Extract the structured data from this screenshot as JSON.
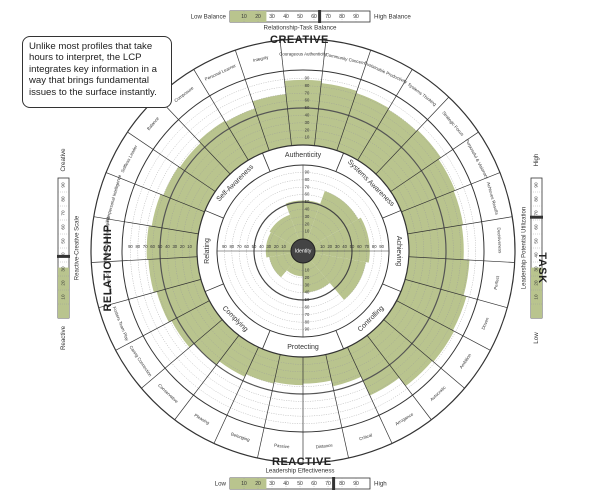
{
  "callout": "Unlike most profiles that take hours to interpret, the LCP integrates key information in a way that brings fundamental issues to the surface instantly.",
  "colors": {
    "fill": "#b9c48e",
    "line": "#333333",
    "hub": "#444444"
  },
  "headings": {
    "top": "CREATIVE",
    "bottom": "REACTIVE",
    "left": "RELATIONSHIP",
    "right": "TASK"
  },
  "hub_label": "Identity",
  "top_scale": {
    "left_label": "Low Balance",
    "right_label": "High Balance",
    "caption": "Relationship-Task Balance",
    "ticks": [
      "10",
      "20",
      "30",
      "40",
      "50",
      "60",
      "70",
      "80",
      "90"
    ],
    "value": 64
  },
  "bottom_scale": {
    "left_label": "Low",
    "right_label": "High",
    "caption": "Leadership Effectiveness",
    "ticks": [
      "10",
      "20",
      "30",
      "40",
      "50",
      "60",
      "70",
      "80",
      "90"
    ],
    "value": 74
  },
  "left_scale": {
    "top_label": "Creative",
    "bottom_label": "Reactive",
    "caption": "Reactive-Creative Scale",
    "ticks": [
      "90",
      "80",
      "70",
      "60",
      "50",
      "40",
      "30",
      "20",
      "10"
    ],
    "value": 44
  },
  "right_scale": {
    "top_label": "High",
    "bottom_label": "Low",
    "caption": "Leadership Potential Utilization",
    "ticks": [
      "90",
      "80",
      "70",
      "60",
      "50",
      "40",
      "30",
      "20",
      "10"
    ],
    "value": 72
  },
  "ring_scale": [
    "10",
    "20",
    "30",
    "40",
    "50",
    "60",
    "70",
    "80",
    "90"
  ],
  "summary_dimensions": [
    {
      "label": "Authenticity"
    },
    {
      "label": "Systems Awareness"
    },
    {
      "label": "Achieving"
    },
    {
      "label": "Controlling"
    },
    {
      "label": "Protecting"
    },
    {
      "label": "Complying"
    },
    {
      "label": "Relating"
    },
    {
      "label": "Self-Awareness"
    }
  ],
  "dimensions": [
    {
      "label": "Courageous Authenticity",
      "value": 88
    },
    {
      "label": "Community Concern",
      "value": 85
    },
    {
      "label": "Sustainable Productivity",
      "value": 82
    },
    {
      "label": "Systems Thinking",
      "value": 80
    },
    {
      "label": "Strategic Focus",
      "value": 82
    },
    {
      "label": "Purposeful & Visionary",
      "value": 78
    },
    {
      "label": "Achieves Results",
      "value": 76
    },
    {
      "label": "Decisiveness",
      "value": 74
    },
    {
      "label": "Perfect",
      "value": 82
    },
    {
      "label": "Driven",
      "value": 86
    },
    {
      "label": "Ambition",
      "value": 88
    },
    {
      "label": "Autocratic",
      "value": 86
    },
    {
      "label": "Arrogance",
      "value": 72
    },
    {
      "label": "Critical",
      "value": 44
    },
    {
      "label": "Distance",
      "value": 36
    },
    {
      "label": "Passive",
      "value": 38
    },
    {
      "label": "Belonging",
      "value": 40
    },
    {
      "label": "Pleasing",
      "value": 44
    },
    {
      "label": "Conservative",
      "value": 50
    },
    {
      "label": "Caring Connection",
      "value": 58
    },
    {
      "label": "Fosters Team Play",
      "value": 62
    },
    {
      "label": "Collaborator",
      "value": 66
    },
    {
      "label": "Mentoring & Developing",
      "value": 68
    },
    {
      "label": "Interpersonal Intelligence",
      "value": 64
    },
    {
      "label": "Selfless Leader",
      "value": 60
    },
    {
      "label": "Balance",
      "value": 58
    },
    {
      "label": "Composure",
      "value": 62
    },
    {
      "label": "Personal Learner",
      "value": 60
    },
    {
      "label": "Integrity",
      "value": 70
    }
  ],
  "inner_values": [
    52,
    70,
    74,
    70,
    40,
    18,
    30,
    34,
    36
  ]
}
